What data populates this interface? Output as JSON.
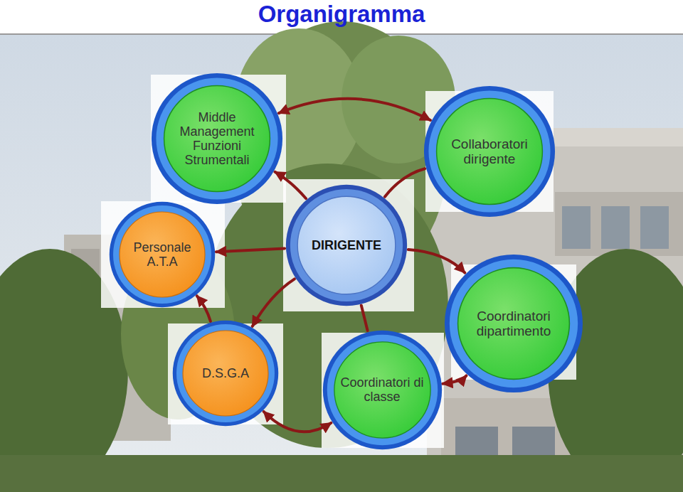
{
  "diagram": {
    "title": "Organigramma",
    "nodes": [
      {
        "text": [
          "Middle Management Funzioni Strumentali"
        ]
      },
      {
        "text": [
          "Collaboratori dirigente"
        ]
      },
      {
        "text": [
          "Personale A.T.A"
        ]
      },
      {
        "text": [
          "DIRIGENTE"
        ]
      },
      {
        "text": [
          "Coordinatori dipartimento"
        ]
      },
      {
        "text": [
          "D.S.G.A"
        ]
      },
      {
        "text": [
          "Coordinatori di classe"
        ]
      }
    ],
    "edges": [
      {
        "from": 0,
        "to": 1,
        "arrow": "both"
      },
      {
        "from": 3,
        "to": 0,
        "arrow": "to"
      },
      {
        "from": 3,
        "to": 1,
        "arrow": "none"
      },
      {
        "from": 3,
        "to": 2,
        "arrow": "to"
      },
      {
        "from": 3,
        "to": 4,
        "arrow": "to"
      },
      {
        "from": 3,
        "to": 5,
        "arrow": "to"
      },
      {
        "from": 3,
        "to": 6,
        "arrow": "none"
      },
      {
        "from": 5,
        "to": 2,
        "arrow": "to"
      },
      {
        "from": 5,
        "to": 6,
        "arrow": "both"
      },
      {
        "from": 4,
        "to": 6,
        "arrow": "both"
      }
    ]
  }
}
